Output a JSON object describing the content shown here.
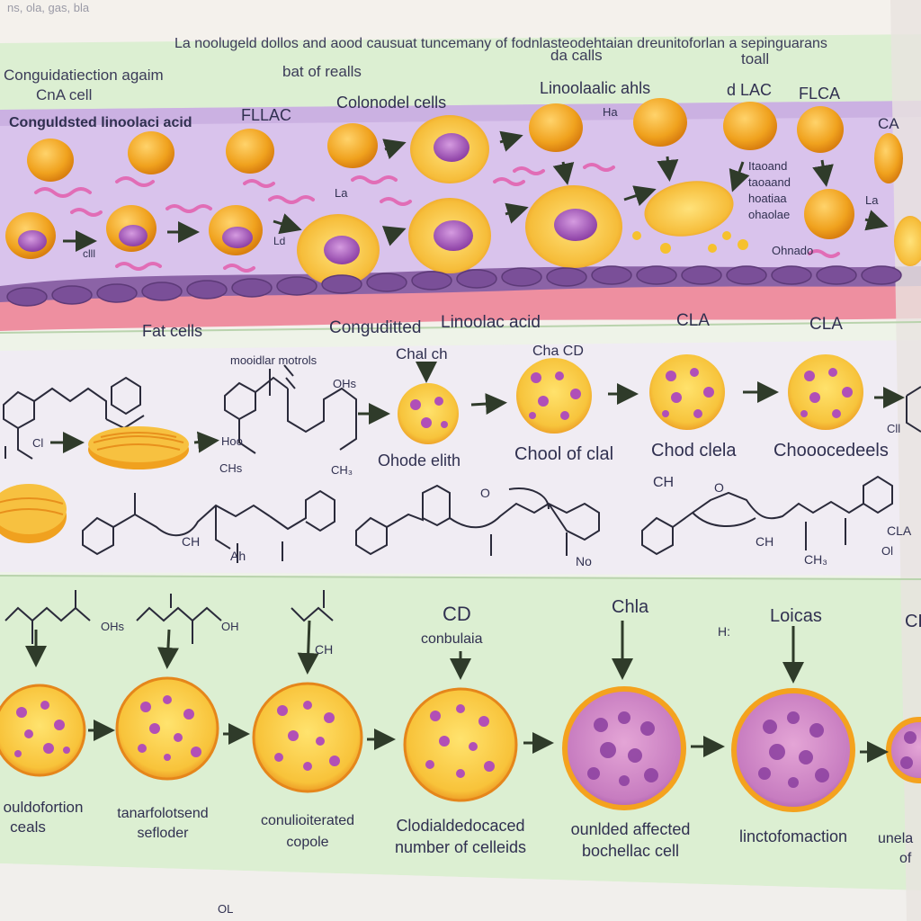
{
  "colors": {
    "page": "#f4f1ec",
    "band_green": "#dcefd2",
    "band_purple": "#cdb6e3",
    "tissue_pink": "#ee8fa0",
    "tissue_violet": "#8b63a6",
    "cell_yellow": "#f3c23a",
    "cell_orange": "#f0a21e",
    "nucleus": "#b05cc0",
    "arrow": "#2f3b2a"
  },
  "top_left_fragment": "ns, ola, gas, bla",
  "header": {
    "left_title_line1": "Conguidatiection agaim",
    "left_title_line2": "CnA cell",
    "main_title": "La noolugeld dollos and aood causuat tuncemany of fodnlasteodehtaian dreunitoforlan a sepinguarans",
    "sub_left": "bat of realls",
    "sub_center": "da calls",
    "sub_right": "toall"
  },
  "panel1": {
    "label_conjugated": "Conguldsted linoolaci acid",
    "label_flac1": "FLLAC",
    "label_colonodel": "Colonodel cells",
    "label_linoleic": "Linoolaalic ahls",
    "label_dlac": "d LAC",
    "label_flca": "FLCA",
    "label_ca": "CA",
    "label_ha": "Ha",
    "label_cll": "clll",
    "label_la": "La",
    "label_ld": "Ld",
    "label_la2": "La",
    "note_line1": "Itaoand",
    "note_line2": "taoaand",
    "note_line3": "hoatiaa",
    "note_line4": "ohaolae",
    "label_chrado": "Ohnado"
  },
  "panel2": {
    "label_fat": "Fat cells",
    "label_conjugated": "Conguditted",
    "label_linoleic": "Linoolac acid",
    "label_cla1": "CLA",
    "label_cla2": "CLA",
    "label_molecular": "mooidlar motrols",
    "label_chal": "Chal ch",
    "label_chacd": "Cha CD",
    "label_ho": "Hoo",
    "label_ohs": "OHs",
    "label_chs": "CHs",
    "label_ch3": "CH₃",
    "label_cl": "Cl",
    "label_cl2": "Cll",
    "cap1": "Ohode elith",
    "cap2": "Chool of clal",
    "cap3": "Chod clela",
    "cap4": "Chooocedeels",
    "label_ch": "CH",
    "label_o1": "O",
    "label_o2": "O",
    "label_ch_b": "CH",
    "label_ah": "Ah",
    "label_ch_c": "CH",
    "label_ch_d": "CH₃",
    "label_no": "No",
    "label_cla_r": "CLA",
    "label_ol": "Ol"
  },
  "panel3": {
    "label_ohs": "OHs",
    "label_oh": "OH",
    "label_ch": "CH",
    "label_cd": "CD",
    "label_conbulaia": "conbulaia",
    "label_cha": "Chla",
    "label_h": "H:",
    "label_loicas": "Loicas",
    "label_cl": "CL",
    "cap1_line1": "ouldofortion",
    "cap1_line2": "ceals",
    "cap2_line1": "tanarfolotsend",
    "cap2_line2": "sefloder",
    "cap3_line1": "conulioiterated",
    "cap3_line2": "copole",
    "cap4_line1": "Clodialdedocaced",
    "cap4_line2": "number of celleids",
    "cap5_line1": "ounlded affected",
    "cap5_line2": "bochellac cell",
    "cap6_line1": "linctofomaction",
    "cap7_line1": "unela",
    "cap7_line2": "of"
  },
  "footer": {
    "ol": "OL"
  }
}
